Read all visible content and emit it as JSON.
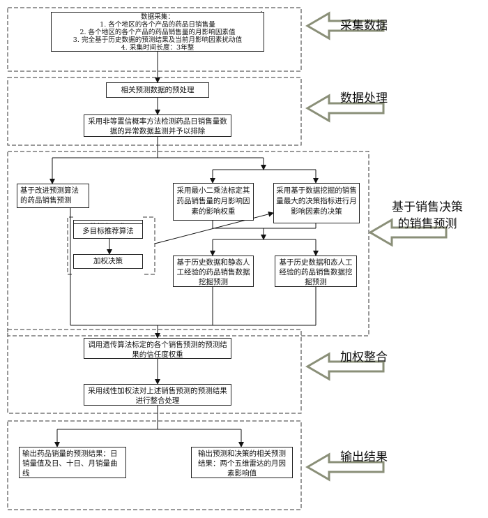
{
  "collect": {
    "title": "数据采集：",
    "lines": [
      "1. 各个地区的各个产品的药品日销售量",
      "2. 各个地区的各个产品的药品销售量的月影响因素值",
      "3. 完全基于历史数据的预测结果及当前月影响因素扰动值",
      "4. 采集时间长度：3年整"
    ]
  },
  "process": {
    "preprocess": "相关预测数据的预处理",
    "anomaly": "采用非等置信概率方法检测药品日销售量数据的异常数据监测并予以排除"
  },
  "forecast": {
    "improved": "基于改进预测算法的药品销售预测",
    "least_squares": "采用最小二乘法标定其药品销售量的月影响因素的影响权重",
    "mining_decision": "采用基于数据挖掘的销售量最大的决策指标进行月影响因素的决策",
    "normalize": "数据归一化",
    "multi_objective": "多目标推荐算法",
    "weighted_decision": "加权决策",
    "static_mining": "基于历史数据和静态人工经验的药品销售数据挖掘预测",
    "dynamic_mining": "基于历史数据和态人工经验的药品销售数据挖掘预测"
  },
  "integrate": {
    "genetic": "调用遗传算法标定的各个销售预测的预测结果的信任度权重",
    "linear": "采用线性加权法对上述销售预测的预测结果进行整合处理"
  },
  "output": {
    "sales_result": "输出药品销量的预测结果：日销量值及日、十日、月销量曲线",
    "radar_result": "输出预测和决策的相关预测结果：两个五维雷达的月因素影响值"
  },
  "stages": {
    "collect": "采集数据",
    "process": "数据处理",
    "forecast_line1": "基于销售决策",
    "forecast_line2": "的销售预测",
    "integrate": "加权整合",
    "output": "输出结果"
  }
}
